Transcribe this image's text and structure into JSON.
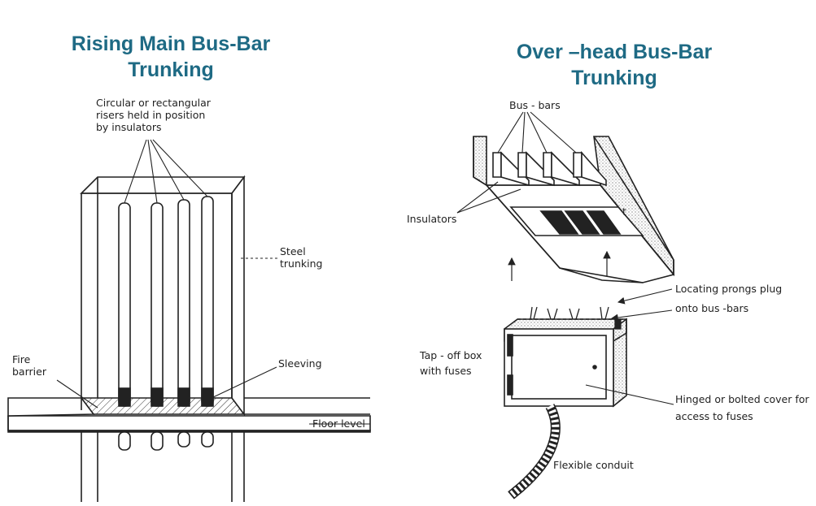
{
  "colors": {
    "title": "#1e6a84",
    "ink": "#222222",
    "paper": "#ffffff"
  },
  "left": {
    "title_line1": "Rising Main Bus-Bar",
    "title_line2": "Trunking",
    "labels": {
      "risers_line1": "Circular or rectangular",
      "risers_line2": "risers held in position",
      "risers_line3": "by insulators",
      "steel_line1": "Steel",
      "steel_line2": "trunking",
      "fire_line1": "Fire",
      "fire_line2": "barrier",
      "sleeving": "Sleeving",
      "floor_level": "Floor level"
    }
  },
  "right": {
    "title_line1": "Over –head Bus-Bar",
    "title_line2": "Trunking",
    "labels": {
      "bus_bars": "Bus - bars",
      "insulators": "Insulators",
      "prongs_line1": "Locating prongs plug",
      "prongs_line2": "onto bus -bars",
      "tapoff_line1": "Tap - off box",
      "tapoff_line2": "with fuses",
      "cover_line1": "Hinged or bolted cover for",
      "cover_line2": "access to fuses",
      "conduit": "Flexible conduit",
      "cross_section_mark": "t"
    }
  }
}
